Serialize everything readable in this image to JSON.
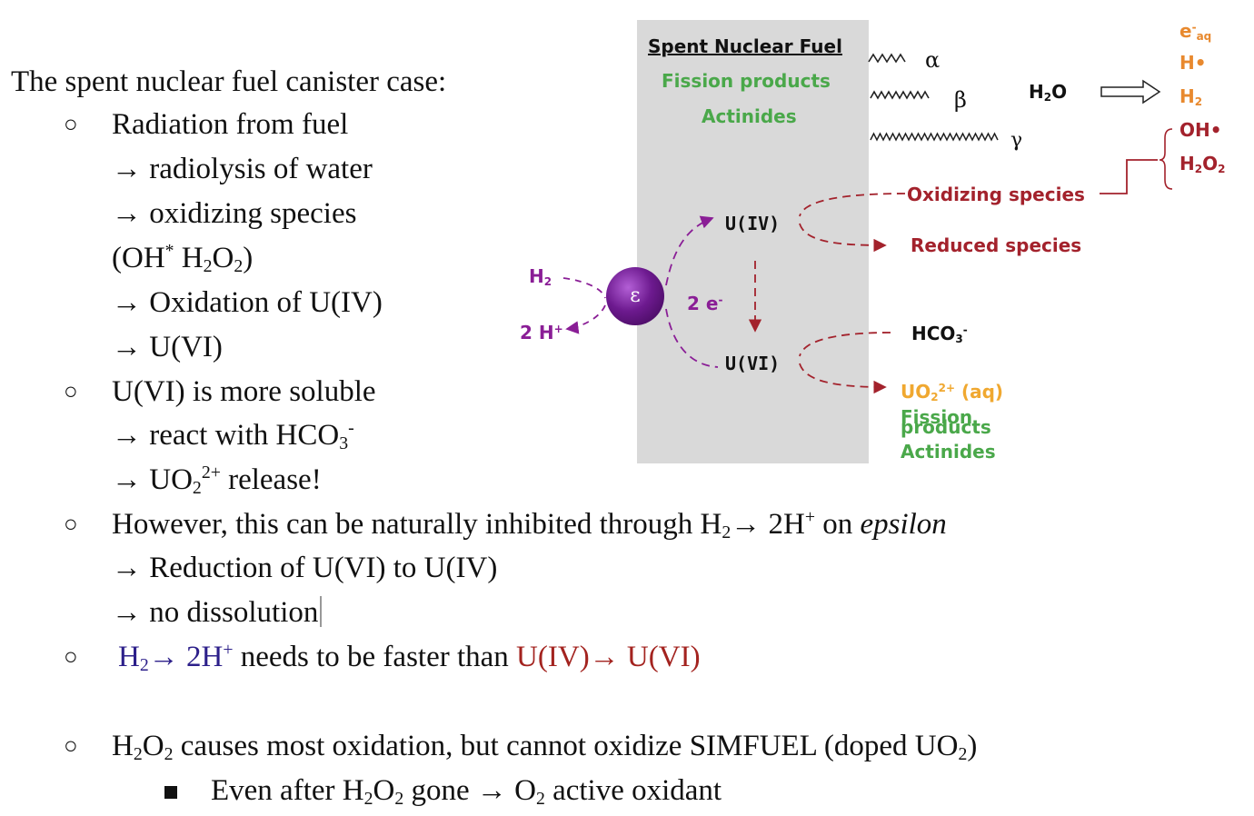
{
  "text": {
    "intro": "The spent nuclear fuel canister case:",
    "b1_l1": "Radiation from fuel",
    "b1_l2": "→ radiolysis of water",
    "b1_l3": "→ oxidizing species",
    "b1_l4a": "(OH",
    "b1_l4b": "*",
    "b1_l4c": " H",
    "b1_l4d": "2",
    "b1_l4e": "O",
    "b1_l4f": "2",
    "b1_l4g": ")",
    "b1_l5": "→ Oxidation of U(IV)",
    "b1_l6": "→ U(VI)",
    "b2_l1": "U(VI) is more soluble",
    "b2_l2a": "→ react with HCO",
    "b2_l2b": "3",
    "b2_l2c": "-",
    "b2_l3a": "→ UO",
    "b2_l3b": "2",
    "b2_l3c": "2+",
    "b2_l3d": " release!",
    "b3_l1a": "However, this can be naturally inhibited through H",
    "b3_l1b": "2",
    "b3_l1c": "→ 2H",
    "b3_l1d": "+",
    "b3_l1e": " on ",
    "b3_l1f": "epsilon",
    "b3_l2": "→ Reduction of U(VI) to U(IV)",
    "b3_l3": "→ no dissolution",
    "b4a": "H",
    "b4b": "2",
    "b4c": "→ 2H",
    "b4d": "+",
    "b4e": " needs to be faster than ",
    "b4f": "U(IV)→ U(VI)",
    "b5a": "H",
    "b5b": "2",
    "b5c": "O",
    "b5d": "2",
    "b5e": " causes most oxidation, but cannot oxidize SIMFUEL (doped UO",
    "b5f": "2",
    "b5g": ")",
    "sub1a": "Even after H",
    "sub1b": "2",
    "sub1c": "O",
    "sub1d": "2",
    "sub1e": " gone →  O",
    "sub1f": "2",
    "sub1g": " active oxidant",
    "bullet": "○"
  },
  "diagram": {
    "panel_title": "Spent Nuclear Fuel",
    "panel_fission": "Fission products",
    "panel_actinides": "Actinides",
    "alpha": "α",
    "beta": "β",
    "gamma": "γ",
    "water_a": "H",
    "water_b": "2",
    "water_c": "O",
    "prod_eaq_a": "e",
    "prod_eaq_b": "-",
    "prod_eaq_c": "aq",
    "prod_h": "H•",
    "prod_h2a": "H",
    "prod_h2b": "2",
    "prod_oh": "OH•",
    "prod_h2o2a": "H",
    "prod_h2o2b": "2",
    "prod_h2o2c": "O",
    "prod_h2o2d": "2",
    "oxidizing": "Oxidizing species",
    "reduced": "Reduced species",
    "u4": "U(IV)",
    "u6": "U(VI)",
    "two_e_a": "2 e",
    "two_e_b": "-",
    "h2_a": "H",
    "h2_b": "2",
    "two_hplus_a": "2 H",
    "two_hplus_b": "+",
    "epsilon": "ε",
    "hco3_a": "HCO",
    "hco3_b": "3",
    "hco3_c": "-",
    "uo2_a": "UO",
    "uo2_b": "2",
    "uo2_c": "2+",
    "uo2_d": " (aq)",
    "fission_out_1": "Fission",
    "fission_out_2": "products",
    "actinides_out": "Actinides",
    "colors": {
      "panel": "#d9d9d9",
      "green": "#4aa84a",
      "dark_red": "#a3222c",
      "orange": "#e8892e",
      "gold": "#f0a830",
      "purple": "#8a1e96",
      "blue_text": "#2c1f8a",
      "red_text": "#a3231f"
    }
  }
}
